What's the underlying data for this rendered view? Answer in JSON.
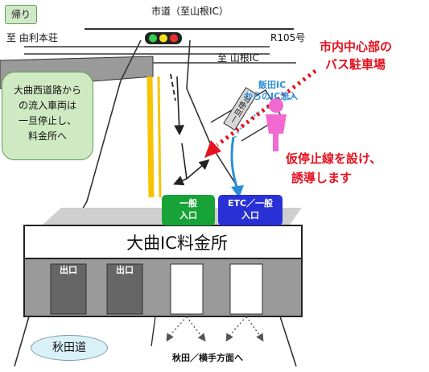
{
  "back_label": "帰り",
  "roads": {
    "top_road": "市道（至山根IC）",
    "to_yurihonjo": "至 由利本荘",
    "r105": "R105号",
    "to_yamane": "至 山根IC"
  },
  "note_lines": [
    "大曲西道路から",
    "の流入車両は",
    "一旦停止し、",
    "料金所へ"
  ],
  "bus_parking": [
    "市内中心部の",
    "バス駐車場"
  ],
  "iida_lines": [
    "飯田IC",
    "からのIC流入"
  ],
  "stop_line_text": [
    "仮停止線を設け、",
    "誘導します"
  ],
  "lanes": {
    "general": [
      "一般",
      "入口"
    ],
    "etc": [
      "ETC／一般",
      "入口"
    ]
  },
  "plaza_title": "大曲IC料金所",
  "booths": [
    "出口",
    "出口"
  ],
  "expressway": "秋田道",
  "destination": "秋田／横手方面へ",
  "sign_glyph": "一旦停止",
  "colors": {
    "badge_green": "#cfe8c7",
    "note_green": "#cfeac3",
    "accent_red": "#e8111f",
    "flow_blue": "#2b8fd8",
    "lane_green": "#18a338",
    "lane_blue": "#2930d6",
    "booth_gray": "#666666",
    "road_yellow": "#f6c400"
  }
}
